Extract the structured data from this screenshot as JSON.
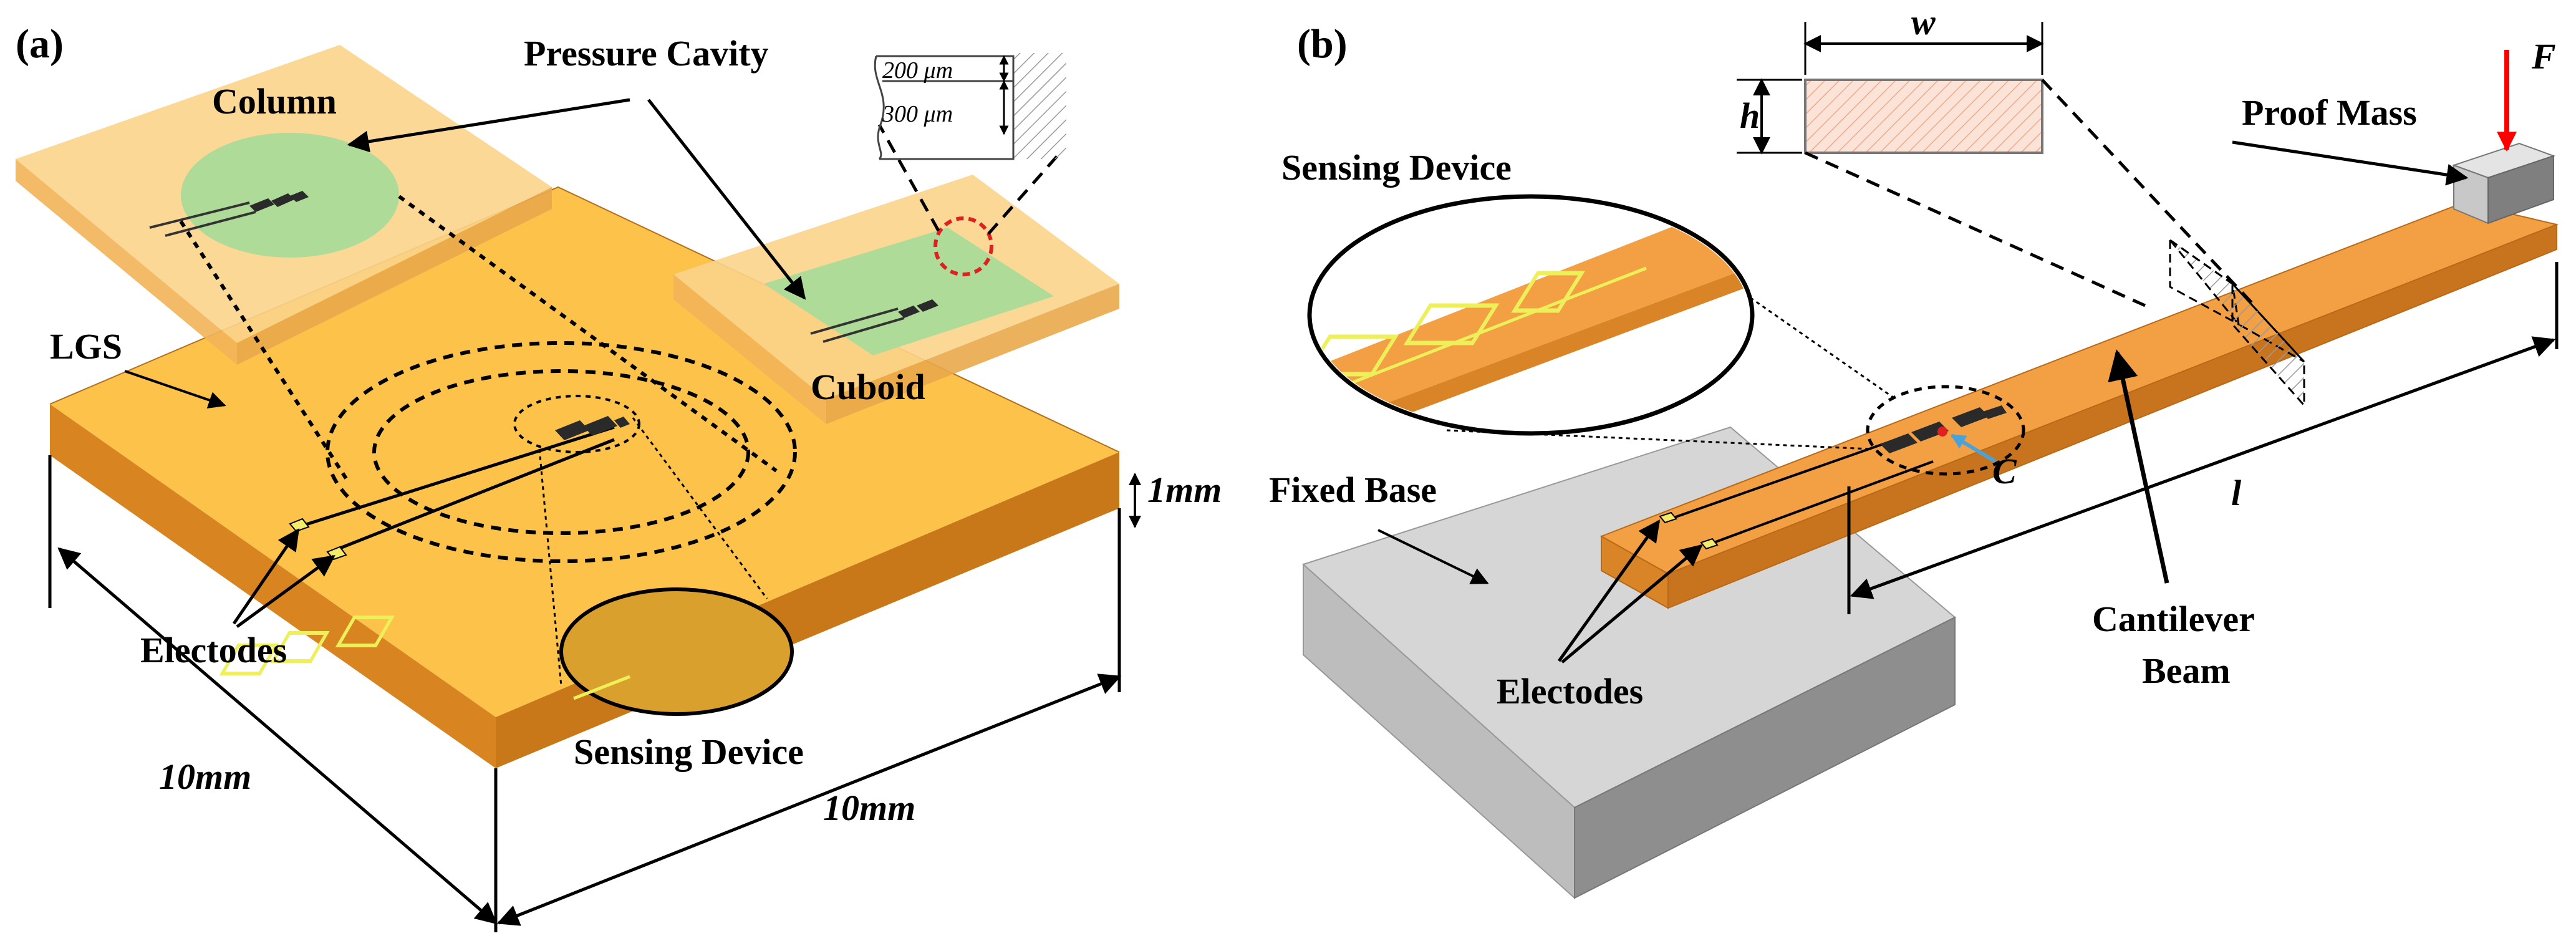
{
  "panel_a": {
    "tag": "(a)",
    "labels": {
      "column": "Column",
      "pressure_cavity": "Pressure Cavity",
      "lgs": "LGS",
      "cuboid": "Cuboid",
      "electrodes": "Electodes",
      "sensing_device": "Sensing Device"
    },
    "dimensions": {
      "thickness": "1mm",
      "width": "10mm",
      "length": "10mm",
      "cavity_top": "200 μm",
      "cavity_depth": "300 μm"
    }
  },
  "panel_b": {
    "tag": "(b)",
    "labels": {
      "sensing_device": "Sensing Device",
      "fixed_base": "Fixed Base",
      "electrodes": "Electodes",
      "cantilever_line1": "Cantilever",
      "cantilever_line2": "Beam",
      "proof_mass": "Proof Mass"
    },
    "symbols": {
      "width": "w",
      "height": "h",
      "force": "F",
      "point": "C",
      "length": "l"
    }
  },
  "colors": {
    "substrate_top": "#FCC24A",
    "substrate_side": "#D88521",
    "beam": "#F3A044",
    "beam_side": "#D98426",
    "cap": "#FBD48A",
    "cavity_green": "#AEDC98",
    "base_grey": "#D6D6D6",
    "force_arrow": "#FF0000",
    "section_hatch": "#F4B7A2",
    "electrode_yellow": "#EEF05A"
  }
}
